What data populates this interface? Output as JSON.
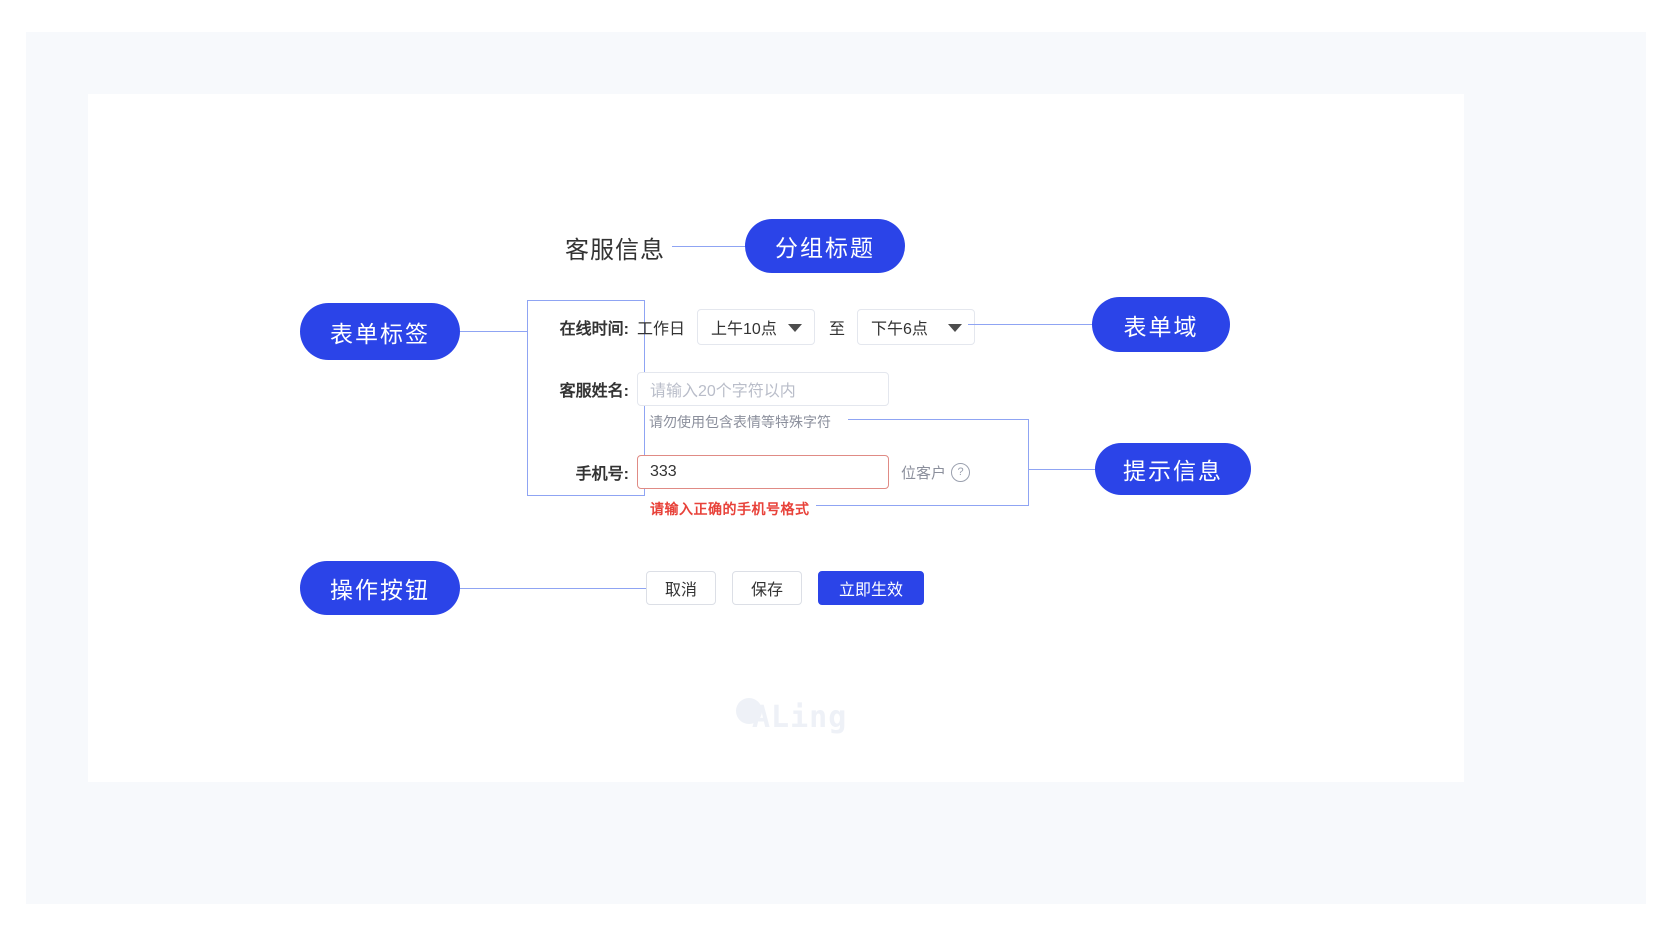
{
  "callouts": {
    "group_title": "分组标题",
    "form_label": "表单标签",
    "form_field": "表单域",
    "hint_info": "提示信息",
    "action_button": "操作按钮"
  },
  "group": {
    "title": "客服信息"
  },
  "form": {
    "online_time": {
      "label": "在线时间:",
      "weekday_text": "工作日",
      "start_value": "上午10点",
      "separator": "至",
      "end_value": "下午6点",
      "caret_icon": "chevron-down-icon"
    },
    "agent_name": {
      "label": "客服姓名:",
      "value": "",
      "placeholder": "请输入20个字符以内",
      "hint": "请勿使用包含表情等特殊字符"
    },
    "phone": {
      "label": "手机号:",
      "value": "333",
      "suffix": "位客户",
      "help_icon": "question-mark-icon",
      "error": "请输入正确的手机号格式"
    }
  },
  "actions": {
    "cancel": "取消",
    "save": "保存",
    "apply": "立即生效"
  },
  "watermark": {
    "text": "ALing"
  },
  "colors": {
    "accent": "#2b44e8",
    "connector": "#8fa4f3",
    "error": "#e8423a",
    "error_border": "#e08b85",
    "input_border": "#e4e7ee",
    "page_bg": "#f7f9fc"
  }
}
